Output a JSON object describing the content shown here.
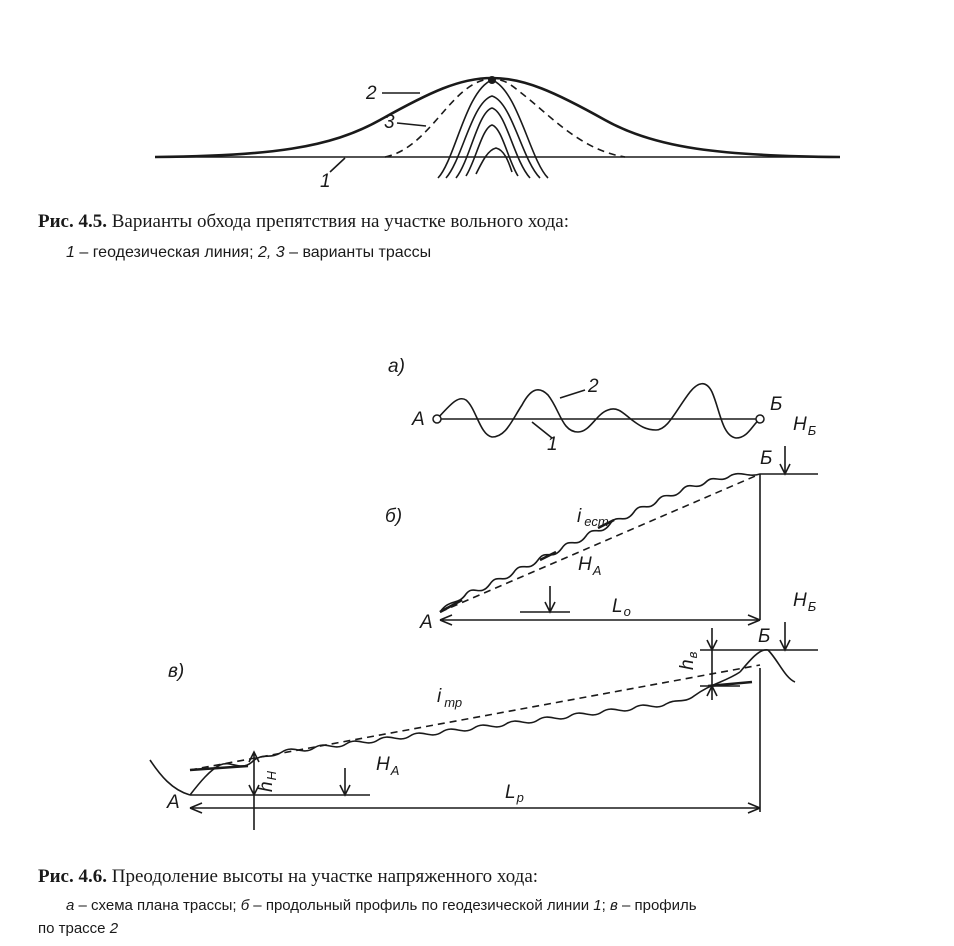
{
  "figure_4_5": {
    "labels": {
      "curve_1": "1",
      "curve_2": "2",
      "curve_3": "3"
    },
    "caption": {
      "number": "Рис. 4.5.",
      "text": " Варианты обхода препятствия на участке вольного хода:",
      "legend": {
        "k1": "1",
        "t1": " – геодезическая линия; ",
        "k2": "2, 3",
        "t2": " – варианты трассы"
      }
    }
  },
  "figure_4_6": {
    "panel_a": {
      "tag": "а)",
      "point_start": "А",
      "point_end": "Б",
      "route_2": "2",
      "line_1": "1"
    },
    "panel_b": {
      "tag": "б)",
      "point_start": "А",
      "point_end": "Б",
      "slope": "i",
      "slope_sub": "ест",
      "height_a": "H",
      "height_a_sub": "А",
      "height_b": "H",
      "height_b_sub": "Б",
      "length": "L",
      "length_sub": "о"
    },
    "panel_v": {
      "tag": "в)",
      "point_start": "А",
      "point_end": "Б",
      "slope": "i",
      "slope_sub": "тр",
      "height_a": "H",
      "height_a_sub": "А",
      "height_b": "H",
      "height_b_sub": "Б",
      "h_start": "h",
      "h_start_sub": "Н",
      "h_end": "h",
      "h_end_sub": "в",
      "length": "L",
      "length_sub": "р"
    },
    "caption": {
      "number": "Рис. 4.6.",
      "text": " Преодоление высоты на участке напряженного хода:",
      "legend": {
        "k1": "а",
        "t1": " – схема плана трассы; ",
        "k2": "б",
        "t2": " – продольный профиль по геодезической линии ",
        "k3": "1",
        "t3": "; ",
        "k4": "в",
        "t4": " – профиль",
        "t5": "по трассе ",
        "k5": "2"
      }
    }
  }
}
